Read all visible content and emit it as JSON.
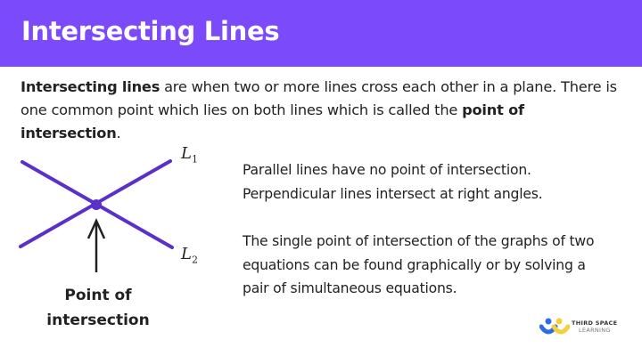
{
  "header": {
    "title": "Intersecting Lines",
    "background_color": "#7A4AFB"
  },
  "intro": {
    "bold_1": "Intersecting lines",
    "text_1": " are when two or more lines cross each other in a plane. There is one common point which lies on both lines which is called the ",
    "bold_2": "point of intersection",
    "text_2": "."
  },
  "diagram": {
    "line_color": "#5B2FC9",
    "line_1_label": "L",
    "line_1_subscript": "1",
    "line_2_label": "L",
    "line_2_subscript": "2",
    "arrow_label_line_1": "Point of",
    "arrow_label_line_2": "intersection"
  },
  "right_text": {
    "paragraph_1_line_1": "Parallel lines have no point of intersection.",
    "paragraph_1_line_2": "Perpendicular lines intersect at right angles.",
    "paragraph_2_line_1": "The single point of intersection of the graphs of two",
    "paragraph_2_line_2": "equations can be found graphically or by solving a",
    "paragraph_2_line_3": "pair of simultaneous equations."
  },
  "logo": {
    "line_1": "THIRD SPACE",
    "line_2": "LEARNING",
    "colors": [
      "#2E6BE6",
      "#F5D03B"
    ]
  }
}
